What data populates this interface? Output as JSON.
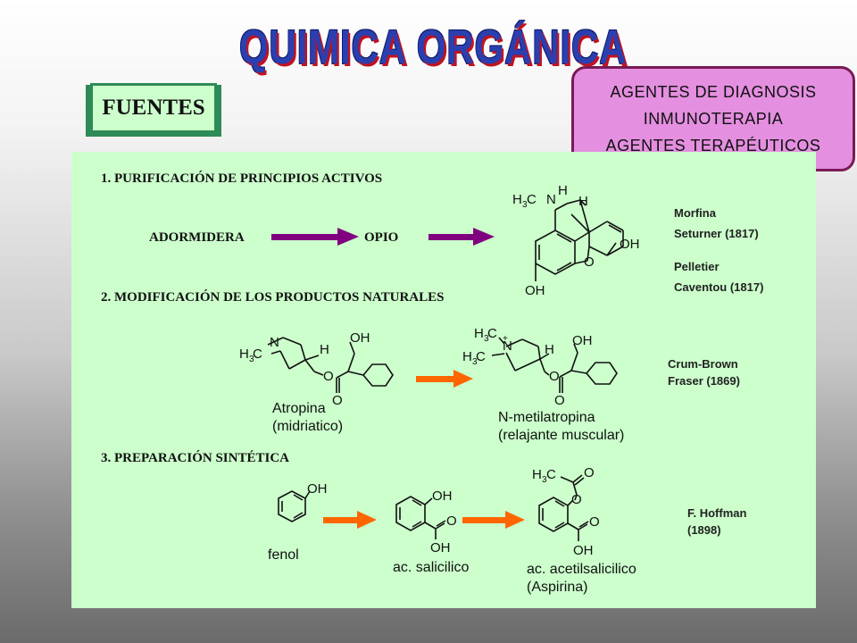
{
  "title": "QUIMICA ORGÁNICA",
  "fuentes_label": "FUENTES",
  "agents": [
    "AGENTES DE DIAGNOSIS",
    "INMUNOTERAPIA",
    "AGENTES TERAPÉUTICOS"
  ],
  "sections": [
    "1. PURIFICACIÓN DE PRINCIPIOS ACTIVOS",
    "2. MODIFICACIÓN DE LOS PRODUCTOS NATURALES",
    "3. PREPARACIÓN SINTÉTICA"
  ],
  "purification": {
    "source": "ADORMIDERA",
    "product": "OPIO"
  },
  "morphine_notes": [
    "Morfina",
    "Seturner (1817)",
    "Pelletier",
    "Caventou (1817)"
  ],
  "modification_notes": [
    "Crum-Brown",
    "Fraser (1869)"
  ],
  "synthesis_notes": [
    "F. Hoffman",
    "(1898)"
  ],
  "compounds": {
    "atropina": [
      "Atropina",
      "(midriatico)"
    ],
    "metilatropina": [
      "N-metilatropina",
      "(relajante muscular)"
    ],
    "fenol": "fenol",
    "salicilico": "ac. salicilico",
    "aspirina": [
      "ac. acetilsalicilico",
      "(Aspirina)"
    ]
  },
  "atoms": {
    "n": "N",
    "h": "H",
    "c": "C",
    "o": "O",
    "oh": "OH",
    "sub3": "3",
    "plus": "+"
  },
  "colors": {
    "purple_arrow": "#800080",
    "orange_arrow": "#ff6600",
    "panel": "#ccffcc",
    "agents_box": "#e48fe0"
  }
}
